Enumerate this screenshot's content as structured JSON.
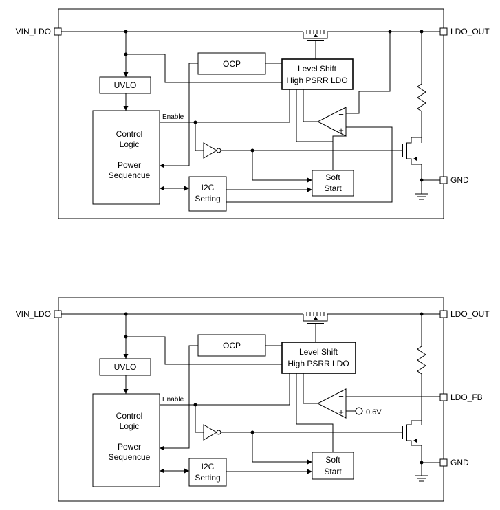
{
  "diagrams": [
    {
      "pins": {
        "vin": "VIN_LDO",
        "ldo_out": "LDO_OUT",
        "gnd": "GND"
      },
      "blocks": {
        "ocp": "OCP",
        "uvlo": "UVLO",
        "level_shift_1": "Level Shift",
        "level_shift_2": "High PSRR LDO",
        "control_1": "Control",
        "control_2": "Logic",
        "control_3": "Power",
        "control_4": "Sequencue",
        "enable": "Enable",
        "soft_1": "Soft",
        "soft_2": "Start",
        "i2c_1": "I2C",
        "i2c_2": "Setting"
      },
      "amp": {
        "minus": "−",
        "plus": "+"
      }
    },
    {
      "pins": {
        "vin": "VIN_LDO",
        "ldo_out": "LDO_OUT",
        "ldo_fb": "LDO_FB",
        "gnd": "GND"
      },
      "blocks": {
        "ocp": "OCP",
        "uvlo": "UVLO",
        "level_shift_1": "Level Shift",
        "level_shift_2": "High PSRR LDO",
        "control_1": "Control",
        "control_2": "Logic",
        "control_3": "Power",
        "control_4": "Sequencue",
        "enable": "Enable",
        "soft_1": "Soft",
        "soft_2": "Start",
        "i2c_1": "I2C",
        "i2c_2": "Setting"
      },
      "amp": {
        "minus": "−",
        "plus": "+"
      },
      "ref_voltage": "0.6V"
    }
  ]
}
